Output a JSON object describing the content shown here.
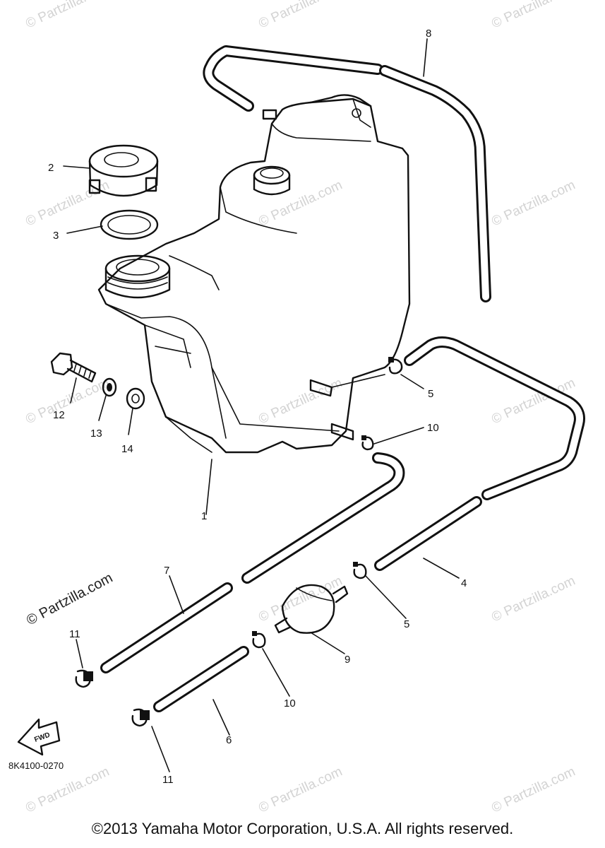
{
  "diagram": {
    "callouts": {
      "c1": "1",
      "c2": "2",
      "c3": "3",
      "c4": "4",
      "c5a": "5",
      "c5b": "5",
      "c6": "6",
      "c7": "7",
      "c8": "8",
      "c9": "9",
      "c10a": "10",
      "c10b": "10",
      "c11a": "11",
      "c11b": "11",
      "c12": "12",
      "c13": "13",
      "c14": "14"
    },
    "fwd_arrow_label": "FWD",
    "diagram_code": "8K4100-0270"
  },
  "watermark": {
    "text": "© Partzilla.com",
    "prominent_text": "© Partzilla.com"
  },
  "footer": {
    "copyright": "©2013  Yamaha Motor Corporation, U.S.A. All rights reserved."
  }
}
